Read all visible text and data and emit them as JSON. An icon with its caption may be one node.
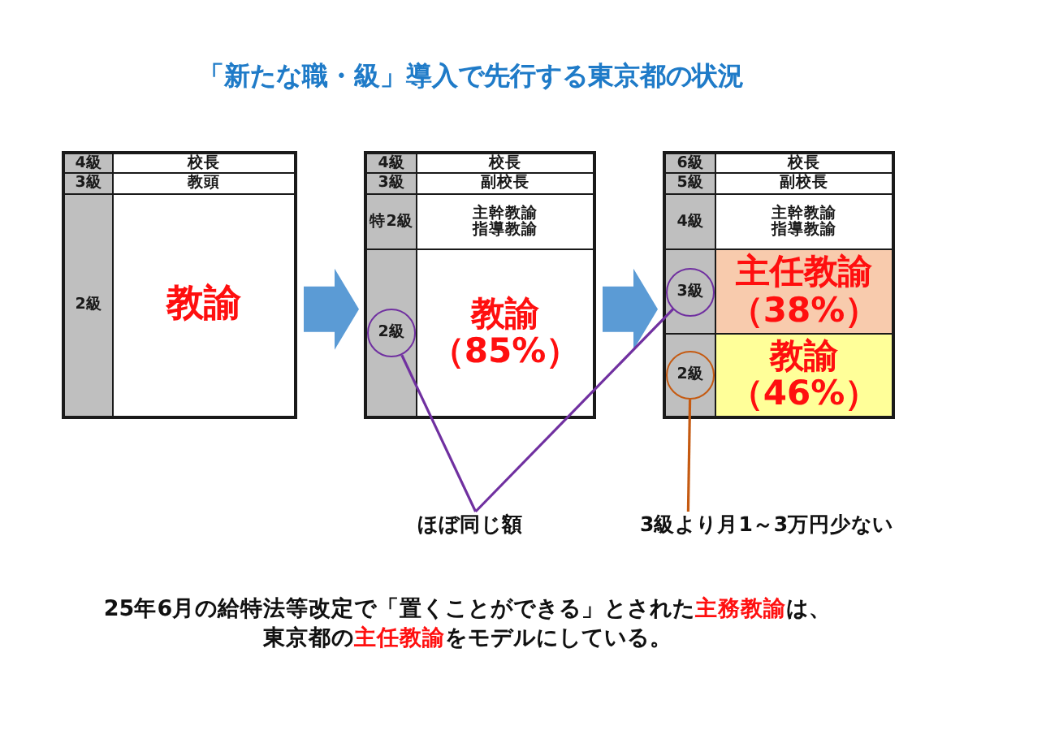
{
  "diagram": {
    "title": "「新たな職・級」導入で先行する東京都の状況",
    "caption": "25年6月の給特法等改定で「置くことができる」とされた**主務教諭**は、東京都の**主任教諭**をモデルにしている。",
    "nodes": [
      {
        "text": [],
        "shape": "box"
      },
      {
        "text": [
          "4級"
        ],
        "in": 0
      },
      {
        "text": [
          "校長"
        ],
        "in": 0
      },
      {
        "text": [
          "3級"
        ],
        "in": 0
      },
      {
        "text": [
          "教頭"
        ],
        "in": 0
      },
      {
        "text": [
          "2級"
        ],
        "in": 0
      },
      {
        "text": [
          "教諭"
        ],
        "in": 0
      },
      {
        "text": [],
        "shape": "box"
      },
      {
        "text": [
          "4級"
        ],
        "in": 7
      },
      {
        "text": [
          "校長"
        ],
        "in": 7
      },
      {
        "text": [
          "3級"
        ],
        "in": 7
      },
      {
        "text": [
          "副校長"
        ],
        "in": 7
      },
      {
        "text": [
          "特2級"
        ],
        "in": 7
      },
      {
        "text": [
          "主幹教諭",
          "指導教諭"
        ],
        "in": 7
      },
      {
        "text": [],
        "shape": "box",
        "in": 7
      },
      {
        "text": [
          "2級"
        ],
        "in": 14
      },
      {
        "text": [
          "教諭",
          "（85%）"
        ],
        "in": 7
      },
      {
        "text": [],
        "shape": "box"
      },
      {
        "text": [
          "6級"
        ],
        "in": 17
      },
      {
        "text": [
          "校長"
        ],
        "in": 17
      },
      {
        "text": [
          "5級"
        ],
        "in": 17
      },
      {
        "text": [
          "副校長"
        ],
        "in": 17
      },
      {
        "text": [
          "4級"
        ],
        "in": 17
      },
      {
        "text": [
          "主幹教諭",
          "指導教諭"
        ],
        "in": 17
      },
      {
        "text": [],
        "shape": "box",
        "in": 17
      },
      {
        "text": [
          "3級"
        ],
        "in": 24
      },
      {
        "text": [
          "主任教諭",
          "（38%）"
        ],
        "in": 17
      },
      {
        "text": [],
        "shape": "box",
        "in": 17
      },
      {
        "text": [
          "2級"
        ],
        "in": 27
      },
      {
        "text": [
          "教諭",
          "（46%）"
        ],
        "in": 17
      },
      {
        "text": [
          "ほぼ同じ額"
        ]
      },
      {
        "text": [
          "3級より月1～3万円少ない"
        ]
      }
    ],
    "edges": [
      {
        "from": 0,
        "to": 7,
        "arrow": "to",
        "style": "thick"
      },
      {
        "from": 7,
        "to": 17,
        "arrow": "to",
        "style": "thick"
      },
      {
        "from": 30,
        "to": 15,
        "arrow": "none",
        "color": "#7030a0"
      },
      {
        "from": 30,
        "to": 25,
        "arrow": "none",
        "color": "#7030a0"
      },
      {
        "from": 31,
        "to": 28,
        "arrow": "none",
        "color": "#c55a11"
      }
    ]
  }
}
